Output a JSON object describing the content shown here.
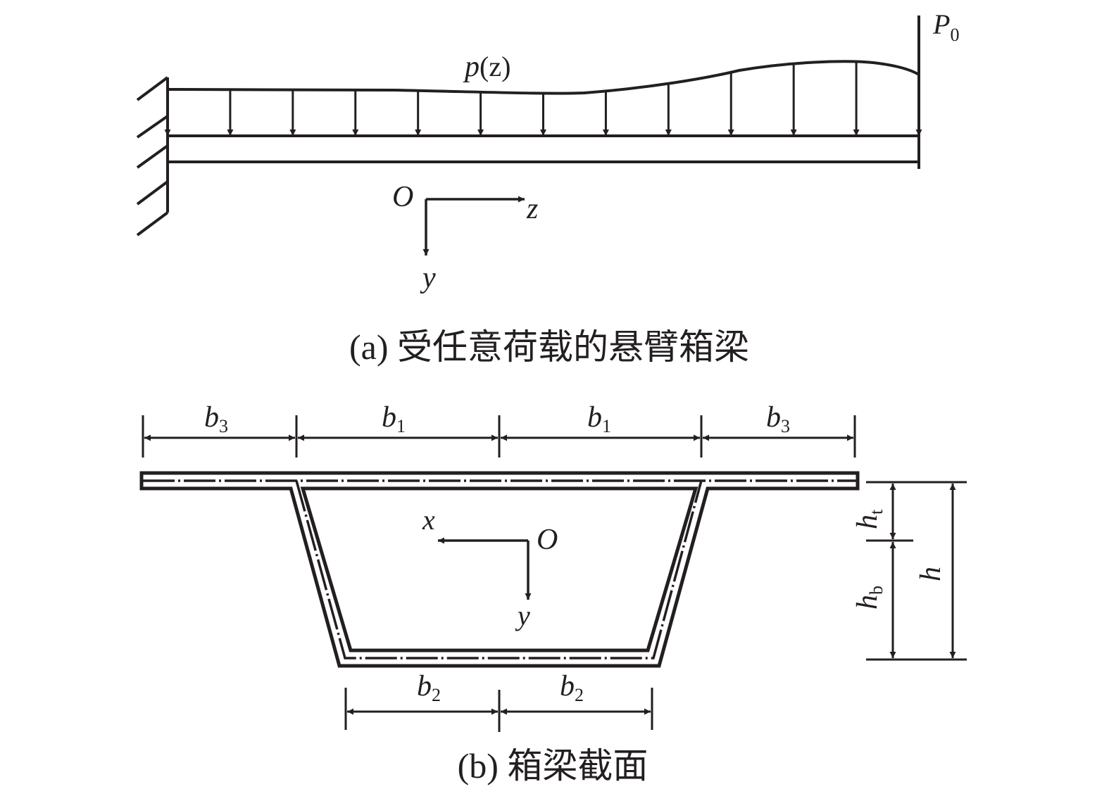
{
  "figure_a": {
    "caption": "(a) 受任意荷载的悬臂箱梁",
    "load_label": "p",
    "load_arg": "(z)",
    "point_load_label": "P",
    "point_load_sub": "0",
    "origin_label": "O",
    "z_axis_label": "z",
    "y_axis_label": "y",
    "support": "fixed-wall",
    "load_arrow_count": 13
  },
  "figure_b": {
    "caption": "(b) 箱梁截面",
    "top_dims": [
      {
        "label": "b",
        "sub": "3"
      },
      {
        "label": "b",
        "sub": "1"
      },
      {
        "label": "b",
        "sub": "1"
      },
      {
        "label": "b",
        "sub": "3"
      }
    ],
    "bottom_dims": [
      {
        "label": "b",
        "sub": "2"
      },
      {
        "label": "b",
        "sub": "2"
      }
    ],
    "height_dims": {
      "ht": {
        "label": "h",
        "sub": "t"
      },
      "hb": {
        "label": "h",
        "sub": "b"
      },
      "h": {
        "label": "h"
      }
    },
    "origin_label": "O",
    "x_axis_label": "x",
    "y_axis_label": "y"
  },
  "colors": {
    "ink": "#231f20",
    "background": "#ffffff"
  }
}
